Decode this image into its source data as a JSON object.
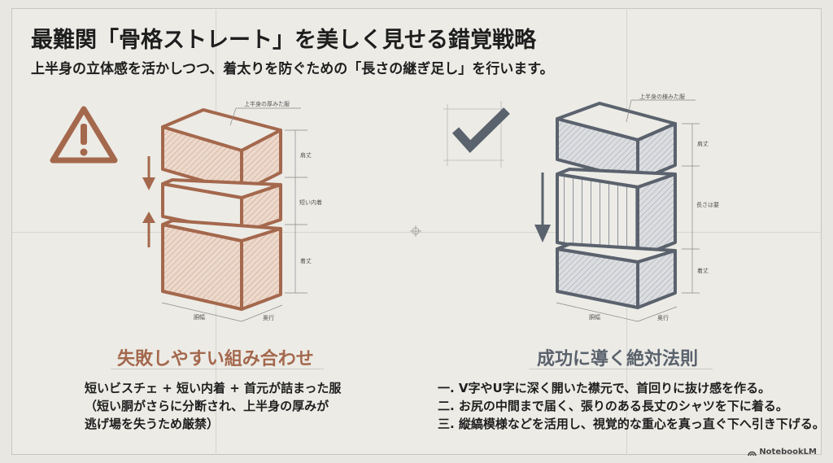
{
  "header": {
    "title": "最難関「骨格ストレート」を美しく見せる錯覚戦略",
    "subtitle": "上半身の立体感を活かしつつ、着太りを防ぐための「長さの継ぎ足し」を行います。"
  },
  "left_panel": {
    "icon": "warning-triangle-icon",
    "color": "#a4684d",
    "diagram_labels": {
      "callout": "上半身の厚みた服",
      "dim_top": "肩丈",
      "dim_mid": "短い内着",
      "dim_bottom": "着丈",
      "width": "胴幅",
      "depth": "奥行"
    },
    "heading": "失敗しやすい組み合わせ",
    "body_lines": [
      "短いビスチェ + 短い内着 + 首元が詰まった服",
      "（短い胴がさらに分断され、上半身の厚みが",
      "逃げ場を失うため厳禁）"
    ]
  },
  "right_panel": {
    "icon": "checkmark-icon",
    "color": "#5a626d",
    "diagram_labels": {
      "callout": "上半身の様みた服",
      "dim_top": "肩丈",
      "dim_mid": "長さは要",
      "dim_bottom": "着丈",
      "width": "胴幅",
      "depth": "奥行"
    },
    "heading": "成功に導く絶対法則",
    "rules": [
      "一. V字やU字に深く開いた襟元で、首回りに抜け感を作る。",
      "二. お尻の中間まで届く、張りのある長丈のシャツを下に着る。",
      "三. 縦縞模様などを活用し、視覚的な重心を真っ直ぐ下へ引き下げる。"
    ]
  },
  "footer": {
    "brand": "NotebookLM"
  }
}
